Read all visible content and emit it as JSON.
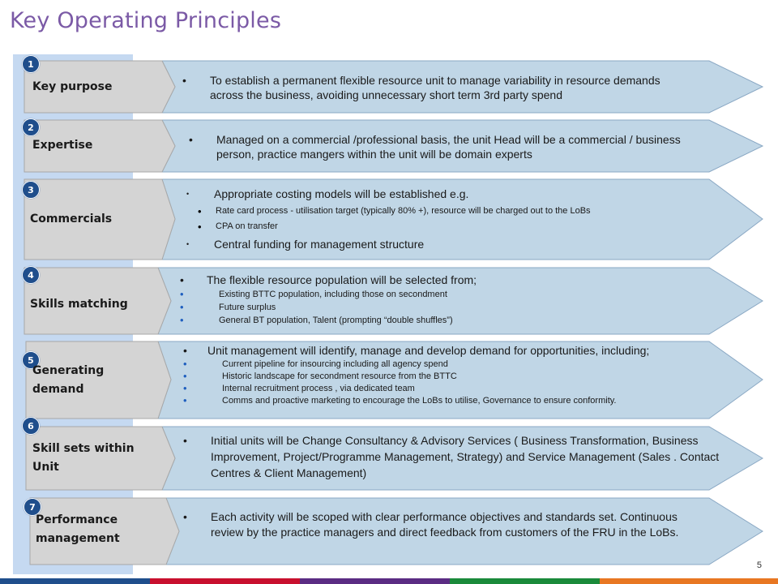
{
  "title": "Key Operating Principles",
  "page_number": "5",
  "colors": {
    "title": "#7b5aa6",
    "side_panel": "#c5d9f1",
    "arrow_fill": "#c0d6e6",
    "label_box": "#d4d4d4",
    "badge": "#1f4e8c"
  },
  "rows": [
    {
      "number": "1",
      "label": "Key purpose",
      "bullets": [
        "To establish a permanent flexible resource unit to manage variability in resource demands across the business, avoiding unnecessary short term 3rd party spend"
      ]
    },
    {
      "number": "2",
      "label": "Expertise",
      "bullets": [
        "Managed on a commercial /professional basis, the unit Head will be a commercial / business person,  practice mangers within the unit will be domain experts"
      ]
    },
    {
      "number": "3",
      "label": "Commercials",
      "bullets": [
        "Appropriate costing models will be established  e.g.",
        "Rate card process - utilisation target (typically 80% +), resource will be charged out to  the LoBs",
        "CPA on transfer",
        "Central funding for management structure"
      ]
    },
    {
      "number": "4",
      "label": "Skills matching",
      "bullets": [
        "The flexible resource population will be selected from;",
        "Existing BTTC  population, including those on secondment",
        "Future surplus",
        "General  BT population, Talent (prompting “double shuffles”)"
      ]
    },
    {
      "number": "5",
      "label_line1": "Generating",
      "label_line2": "demand",
      "bullets": [
        "Unit management will identify, manage and develop demand for opportunities, including;",
        "Current  pipeline for insourcing  including all agency spend",
        "Historic landscape for secondment resource from the BTTC",
        "Internal  recruitment  process , via dedicated team",
        "Comms and proactive marketing to encourage the LoBs to utilise, Governance to ensure conformity."
      ]
    },
    {
      "number": "6",
      "label_line1": "Skill sets within",
      "label_line2": "Unit",
      "bullets": [
        "Initial units will be  Change Consultancy & Advisory Services ( Business Transformation, Business Improvement, Project/Programme Management, Strategy) and Service Management (Sales . Contact Centres & Client Management)"
      ]
    },
    {
      "number": "7",
      "label_line1": "Performance",
      "label_line2": "management",
      "bullets": [
        "Each activity will be scoped with clear performance objectives and standards set. Continuous review by the practice managers and direct feedback from customers of the FRU in the LoBs."
      ]
    }
  ],
  "footer_colors": [
    "#1f4e8c",
    "#c8102e",
    "#5b2c83",
    "#1a8a3a",
    "#e87722",
    "#6aa84f"
  ]
}
